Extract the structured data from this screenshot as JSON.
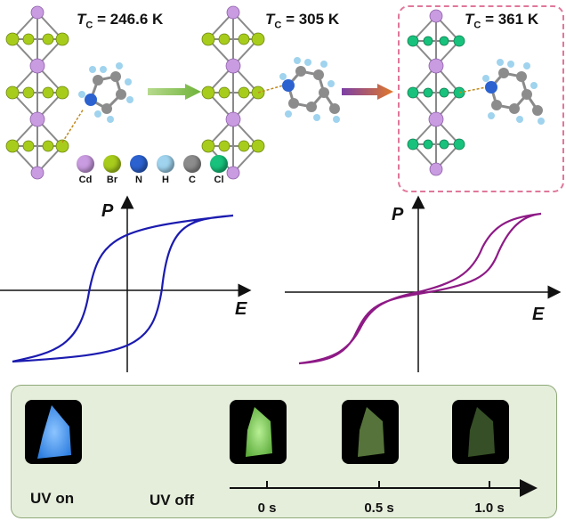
{
  "crystals": [
    {
      "tc": "= 246.6 K",
      "halide": "Br",
      "cation": "pyrrolidinium"
    },
    {
      "tc": "= 305 K",
      "halide": "Br",
      "cation": "4-methylpiperidinium"
    },
    {
      "tc": "= 361 K",
      "halide": "Cl",
      "cation": "4-methylpiperidinium"
    }
  ],
  "tc_symbol": "T",
  "tc_subscript": "C",
  "legend": [
    {
      "label": "Cd",
      "color": "#c99be0"
    },
    {
      "label": "Br",
      "color": "#a8cc1c"
    },
    {
      "label": "N",
      "color": "#2c62d0"
    },
    {
      "label": "H",
      "color": "#9fd3ee"
    },
    {
      "label": "C",
      "color": "#8c8c8c"
    },
    {
      "label": "Cl",
      "color": "#18c27c"
    }
  ],
  "loops": [
    {
      "type": "ferroelectric",
      "color": "#1b1bb0",
      "y_label": "P",
      "x_label": "E"
    },
    {
      "type": "double-like",
      "color": "#8e1a86",
      "y_label": "P",
      "x_label": "E"
    }
  ],
  "uv": {
    "on_label": "UV on",
    "off_label": "UV off",
    "times": [
      "0 s",
      "0.5 s",
      "1.0 s"
    ],
    "on_color": "#3c90f0",
    "glow_colors": [
      "#86d05e",
      "#5f7e3a",
      "#3d5a2c"
    ]
  },
  "arrow_colors": [
    "#6fb33a",
    "#d86a24"
  ]
}
